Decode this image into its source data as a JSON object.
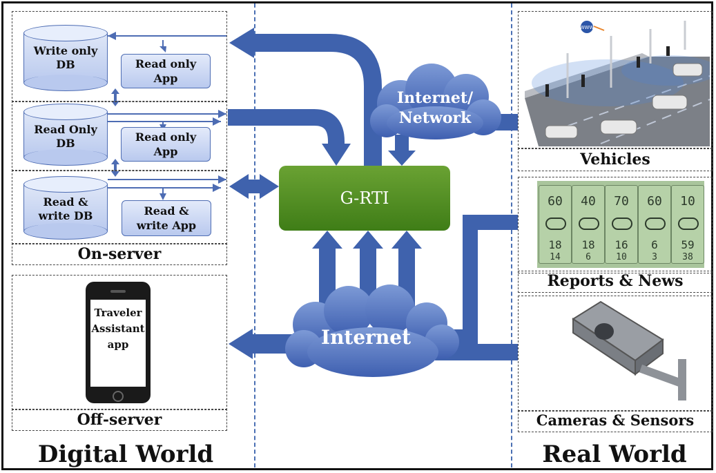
{
  "regions": {
    "digital_world": "Digital World",
    "real_world": "Real World"
  },
  "on_server": {
    "label": "On-server",
    "databases": [
      "Write only DB",
      "Read Only DB",
      "Read & write DB"
    ],
    "databases_lines": [
      [
        "Write only",
        "DB"
      ],
      [
        "Read Only",
        "DB"
      ],
      [
        "Read &",
        "write DB"
      ]
    ],
    "apps_lines": [
      [
        "Read only",
        "App"
      ],
      [
        "Read only",
        "App"
      ],
      [
        "Read &",
        "write App"
      ]
    ]
  },
  "off_server": {
    "label": "Off-server",
    "app_lines": [
      "Traveler",
      "Assistant",
      "app"
    ]
  },
  "core": {
    "grti": "G-RTI",
    "network_lines": [
      "Internet/",
      "Network"
    ],
    "internet": "Internet"
  },
  "real_world_sources": {
    "vehicles": "Vehicles",
    "reports": "Reports & News",
    "cameras": "Cameras & Sensors"
  },
  "weather_panel": {
    "top": [
      "60",
      "40",
      "70",
      "60",
      "10"
    ],
    "mid": [
      "18",
      "18",
      "16",
      "6",
      "59"
    ],
    "low": [
      "14",
      "6",
      "10",
      "3",
      "38"
    ]
  },
  "icons": {
    "www_globe": "WWW"
  },
  "colors": {
    "arrow": "#3f62ad",
    "cloud": "#4a6cb7",
    "grti": "#4f8c22",
    "divider": "#4a6fb3"
  }
}
